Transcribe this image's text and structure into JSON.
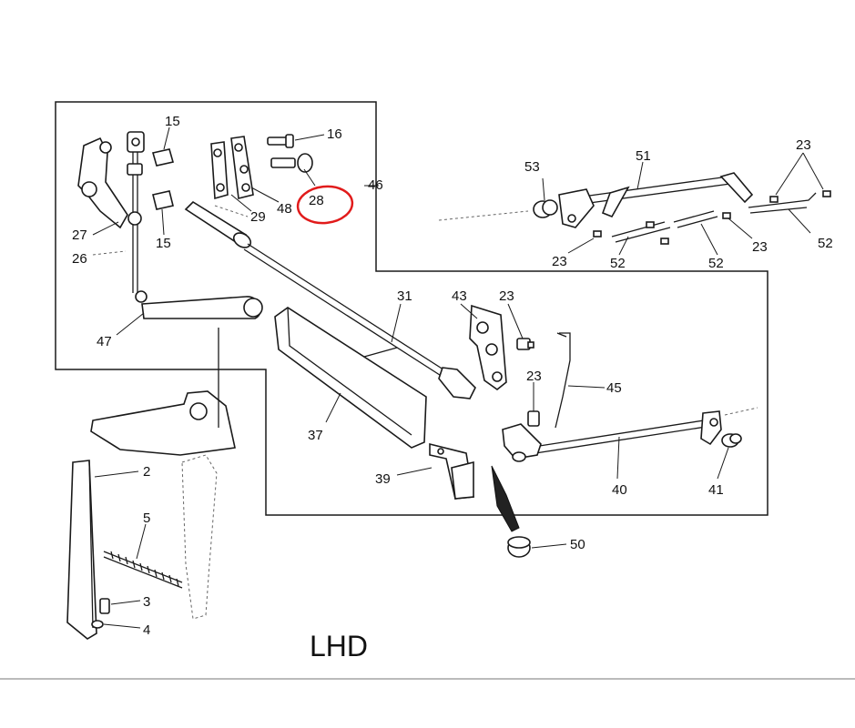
{
  "diagram": {
    "caption": "LHD",
    "highlight_color": "#e11b1b",
    "callouts": [
      {
        "id": "c15a",
        "text": "15"
      },
      {
        "id": "c15b",
        "text": "15"
      },
      {
        "id": "c16",
        "text": "16"
      },
      {
        "id": "c28",
        "text": "28"
      },
      {
        "id": "c46",
        "text": "46"
      },
      {
        "id": "c29",
        "text": "29"
      },
      {
        "id": "c48",
        "text": "48"
      },
      {
        "id": "c27",
        "text": "27"
      },
      {
        "id": "c26",
        "text": "26"
      },
      {
        "id": "c47",
        "text": "47"
      },
      {
        "id": "c53",
        "text": "53"
      },
      {
        "id": "c51",
        "text": "51"
      },
      {
        "id": "c23a",
        "text": "23"
      },
      {
        "id": "c23b",
        "text": "23"
      },
      {
        "id": "c23c",
        "text": "23"
      },
      {
        "id": "c52a",
        "text": "52"
      },
      {
        "id": "c52b",
        "text": "52"
      },
      {
        "id": "c52c",
        "text": "52"
      },
      {
        "id": "c31",
        "text": "31"
      },
      {
        "id": "c43",
        "text": "43"
      },
      {
        "id": "c23d",
        "text": "23"
      },
      {
        "id": "c23e",
        "text": "23"
      },
      {
        "id": "c45",
        "text": "45"
      },
      {
        "id": "c37",
        "text": "37"
      },
      {
        "id": "c39",
        "text": "39"
      },
      {
        "id": "c40",
        "text": "40"
      },
      {
        "id": "c41",
        "text": "41"
      },
      {
        "id": "c50",
        "text": "50"
      },
      {
        "id": "c2",
        "text": "2"
      },
      {
        "id": "c5",
        "text": "5"
      },
      {
        "id": "c3",
        "text": "3"
      },
      {
        "id": "c4",
        "text": "4"
      }
    ]
  }
}
